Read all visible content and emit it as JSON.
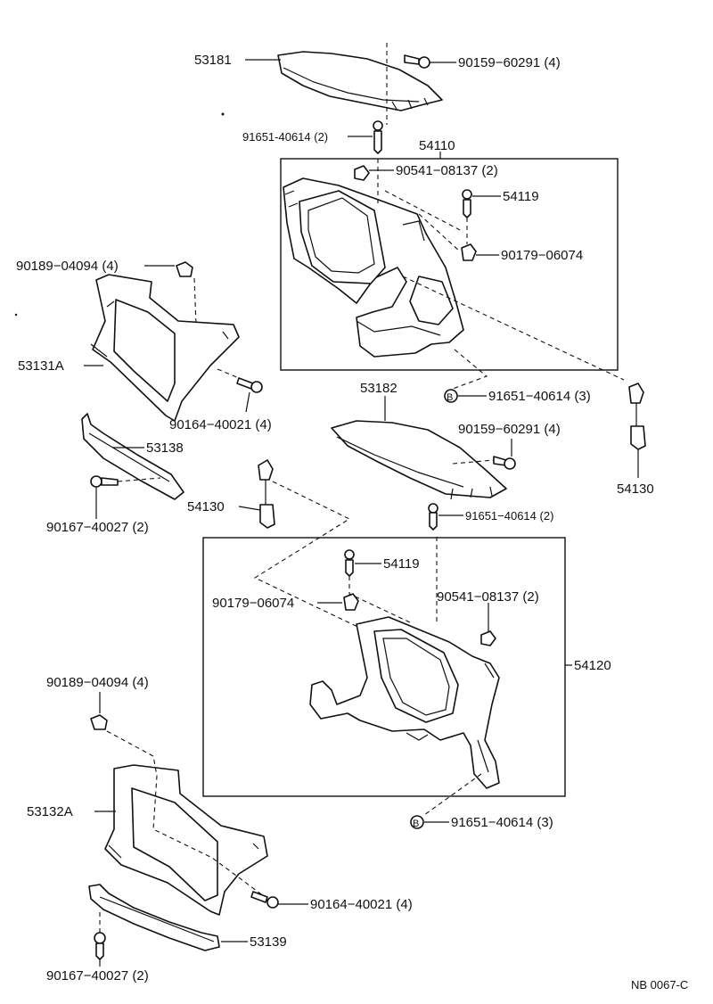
{
  "labels": {
    "p53181": "53181",
    "p90159_top": "90159−60291 (4)",
    "p91651_top": "91651-40614 (2)",
    "p54110": "54110",
    "p90541_top": "90541−08137 (2)",
    "p54119_top": "54119",
    "p90179_top": "90179−06074",
    "p90189_top": "90189−04094 (4)",
    "p53131A": "53131A",
    "p53182": "53182",
    "p91651_mid": "91651−40614 (3)",
    "p90164_top": "90164−40021 (4)",
    "p53138": "53138",
    "p90159_mid": "90159−60291 (4)",
    "p54130_right": "54130",
    "p54130_left": "54130",
    "p90167_top": "90167−40027 (2)",
    "p91651_lower": "91651−40614 (2)",
    "p54119_lower": "54119",
    "p90179_lower": "90179−06074",
    "p90541_lower": "90541−08137 (2)",
    "p54120": "54120",
    "p90189_lower": "90189−04094 (4)",
    "p53132A": "53132A",
    "p91651_bottom": "91651−40614 (3)",
    "p90164_lower": "90164−40021 (4)",
    "p53139": "53139",
    "p90167_lower": "90167−40027 (2)",
    "circle_b1": "B",
    "circle_b2": "B",
    "footer_code": "NB  0067-C"
  }
}
